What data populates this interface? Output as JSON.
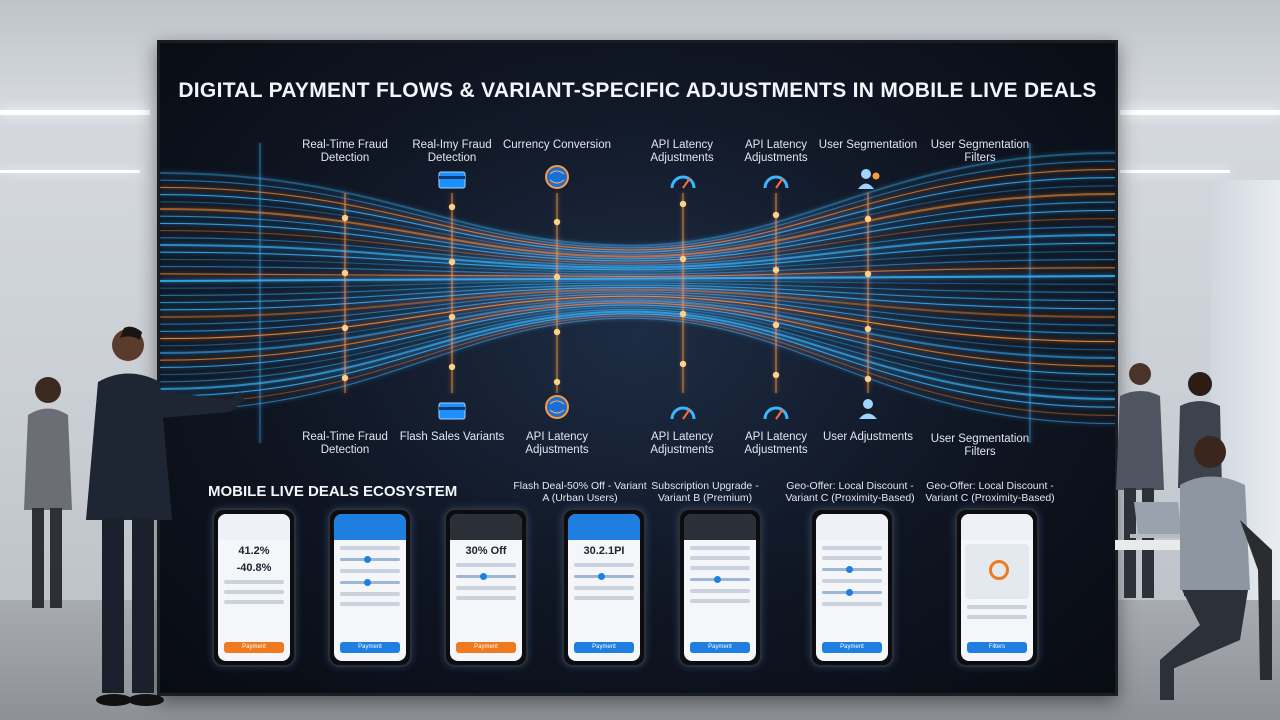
{
  "title": "DIGITAL PAYMENT FLOWS & VARIANT-SPECIFIC ADJUSTMENTS IN MOBILE LIVE DEALS",
  "top_labels": [
    "Real-Time Fraud Detection",
    "Real-Imy Fraud Detection",
    "Currency Conversion",
    "API Latency Adjustments",
    "API Latency Adjustments",
    "User Segmentation",
    "User Segmentation Filters"
  ],
  "bottom_labels": [
    "Real-Time Fraud Detection",
    "Flash Sales Variants",
    "API Latency Adjustments",
    "API Latency Adjustments",
    "API Latency Adjustments",
    "User Adjustments",
    "User Segmentation Filters"
  ],
  "ecosystem_title": "MOBILE LIVE DEALS ECOSYSTEM",
  "variant_labels": [
    "Flash Deal-50% Off - Variant A (Urban Users)",
    "Subscription Upgrade - Variant B (Premium)",
    "Geo-Offer: Local Discount - Variant C (Proximity-Based)",
    "Geo-Offer: Local Discount - Variant C (Proximity-Based)"
  ],
  "phones": [
    {
      "big": "41.2%",
      "big2": "-40.8%",
      "button": "Payment",
      "btn_color": "orange"
    },
    {
      "big": "",
      "button": "Payment",
      "btn_color": "blue"
    },
    {
      "big": "30% Off",
      "button": "Payment",
      "btn_color": "orange"
    },
    {
      "big": "30.2.1PI",
      "button": "Payment",
      "btn_color": "blue"
    },
    {
      "big": "",
      "button": "Payment",
      "btn_color": "blue"
    },
    {
      "big": "",
      "button": "Payment",
      "btn_color": "blue"
    },
    {
      "big": "",
      "button": "Filters",
      "btn_color": "blue"
    }
  ],
  "colors": {
    "flow_blue": "#39b6ff",
    "flow_orange": "#ff9a3a",
    "accent": "#1e7fe0"
  },
  "icons": [
    "credit-card-icon",
    "globe-icon",
    "gauge-icon",
    "gauge-icon",
    "user-group-icon"
  ]
}
